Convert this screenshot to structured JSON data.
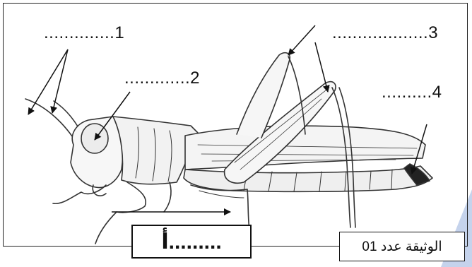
{
  "labels": {
    "l1": "..............1",
    "l2": ".............2",
    "l3": "...................3",
    "l4": "..........4"
  },
  "answer_box": "أ.........",
  "document_box": "الوثيقة عدد 01",
  "colors": {
    "line": "#222222",
    "accent": "#c5d3ec"
  }
}
